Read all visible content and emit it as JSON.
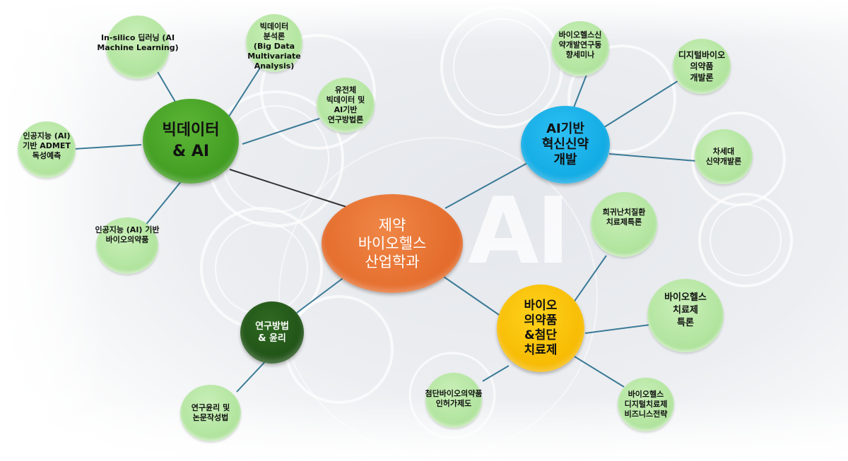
{
  "watermark": "AI",
  "center": {
    "label": "제약\n바이오헬스\n산업학과"
  },
  "hubs": {
    "bigdata": {
      "label": "빅데이터\n& AI"
    },
    "ai_drug": {
      "label": "AI기반\n혁신신약\n개발"
    },
    "bio": {
      "label": "바이오\n의약품\n&첨단\n치료제"
    },
    "research": {
      "label": "연구방법\n& 윤리"
    }
  },
  "leaves": {
    "insilico": "In-silico 딥러닝 (AI\nMachine Learning)",
    "bigdata_analysis": "빅데이터\n분석론\n(Big Data\nMultivariate\nAnalysis)",
    "genome": "유전체\n빅데이터 및\nAI기반\n연구방법론",
    "admet": "인공지능 (AI)\n기반 ADMET\n독성예측",
    "ai_biopharma": "인공지능 (AI) 기반\n바이오의약품",
    "ethics": "연구윤리 및\n논문작성법",
    "seminar": "바이오헬스신\n약개발연구동\n향세미나",
    "digital_bio": "디지털바이오\n의약품\n개발론",
    "nextgen": "차세대\n신약개발론",
    "rare": "희귀난치질환\n치료제특론",
    "biohealth_tx": "바이오헬스\n치료제\n특론",
    "regulation": "첨단바이오의약품\n인허가제도",
    "digital_tx": "바이오헬스\n디지털치료제\n비즈니스전략"
  },
  "colors": {
    "center": "#e36a2a",
    "bigdata": "#3e9a20",
    "ai_drug": "#0ea8e2",
    "bio": "#f6b800",
    "research": "#1f5016",
    "leaf": "#b3e5a0",
    "link": "#3a7a96"
  }
}
